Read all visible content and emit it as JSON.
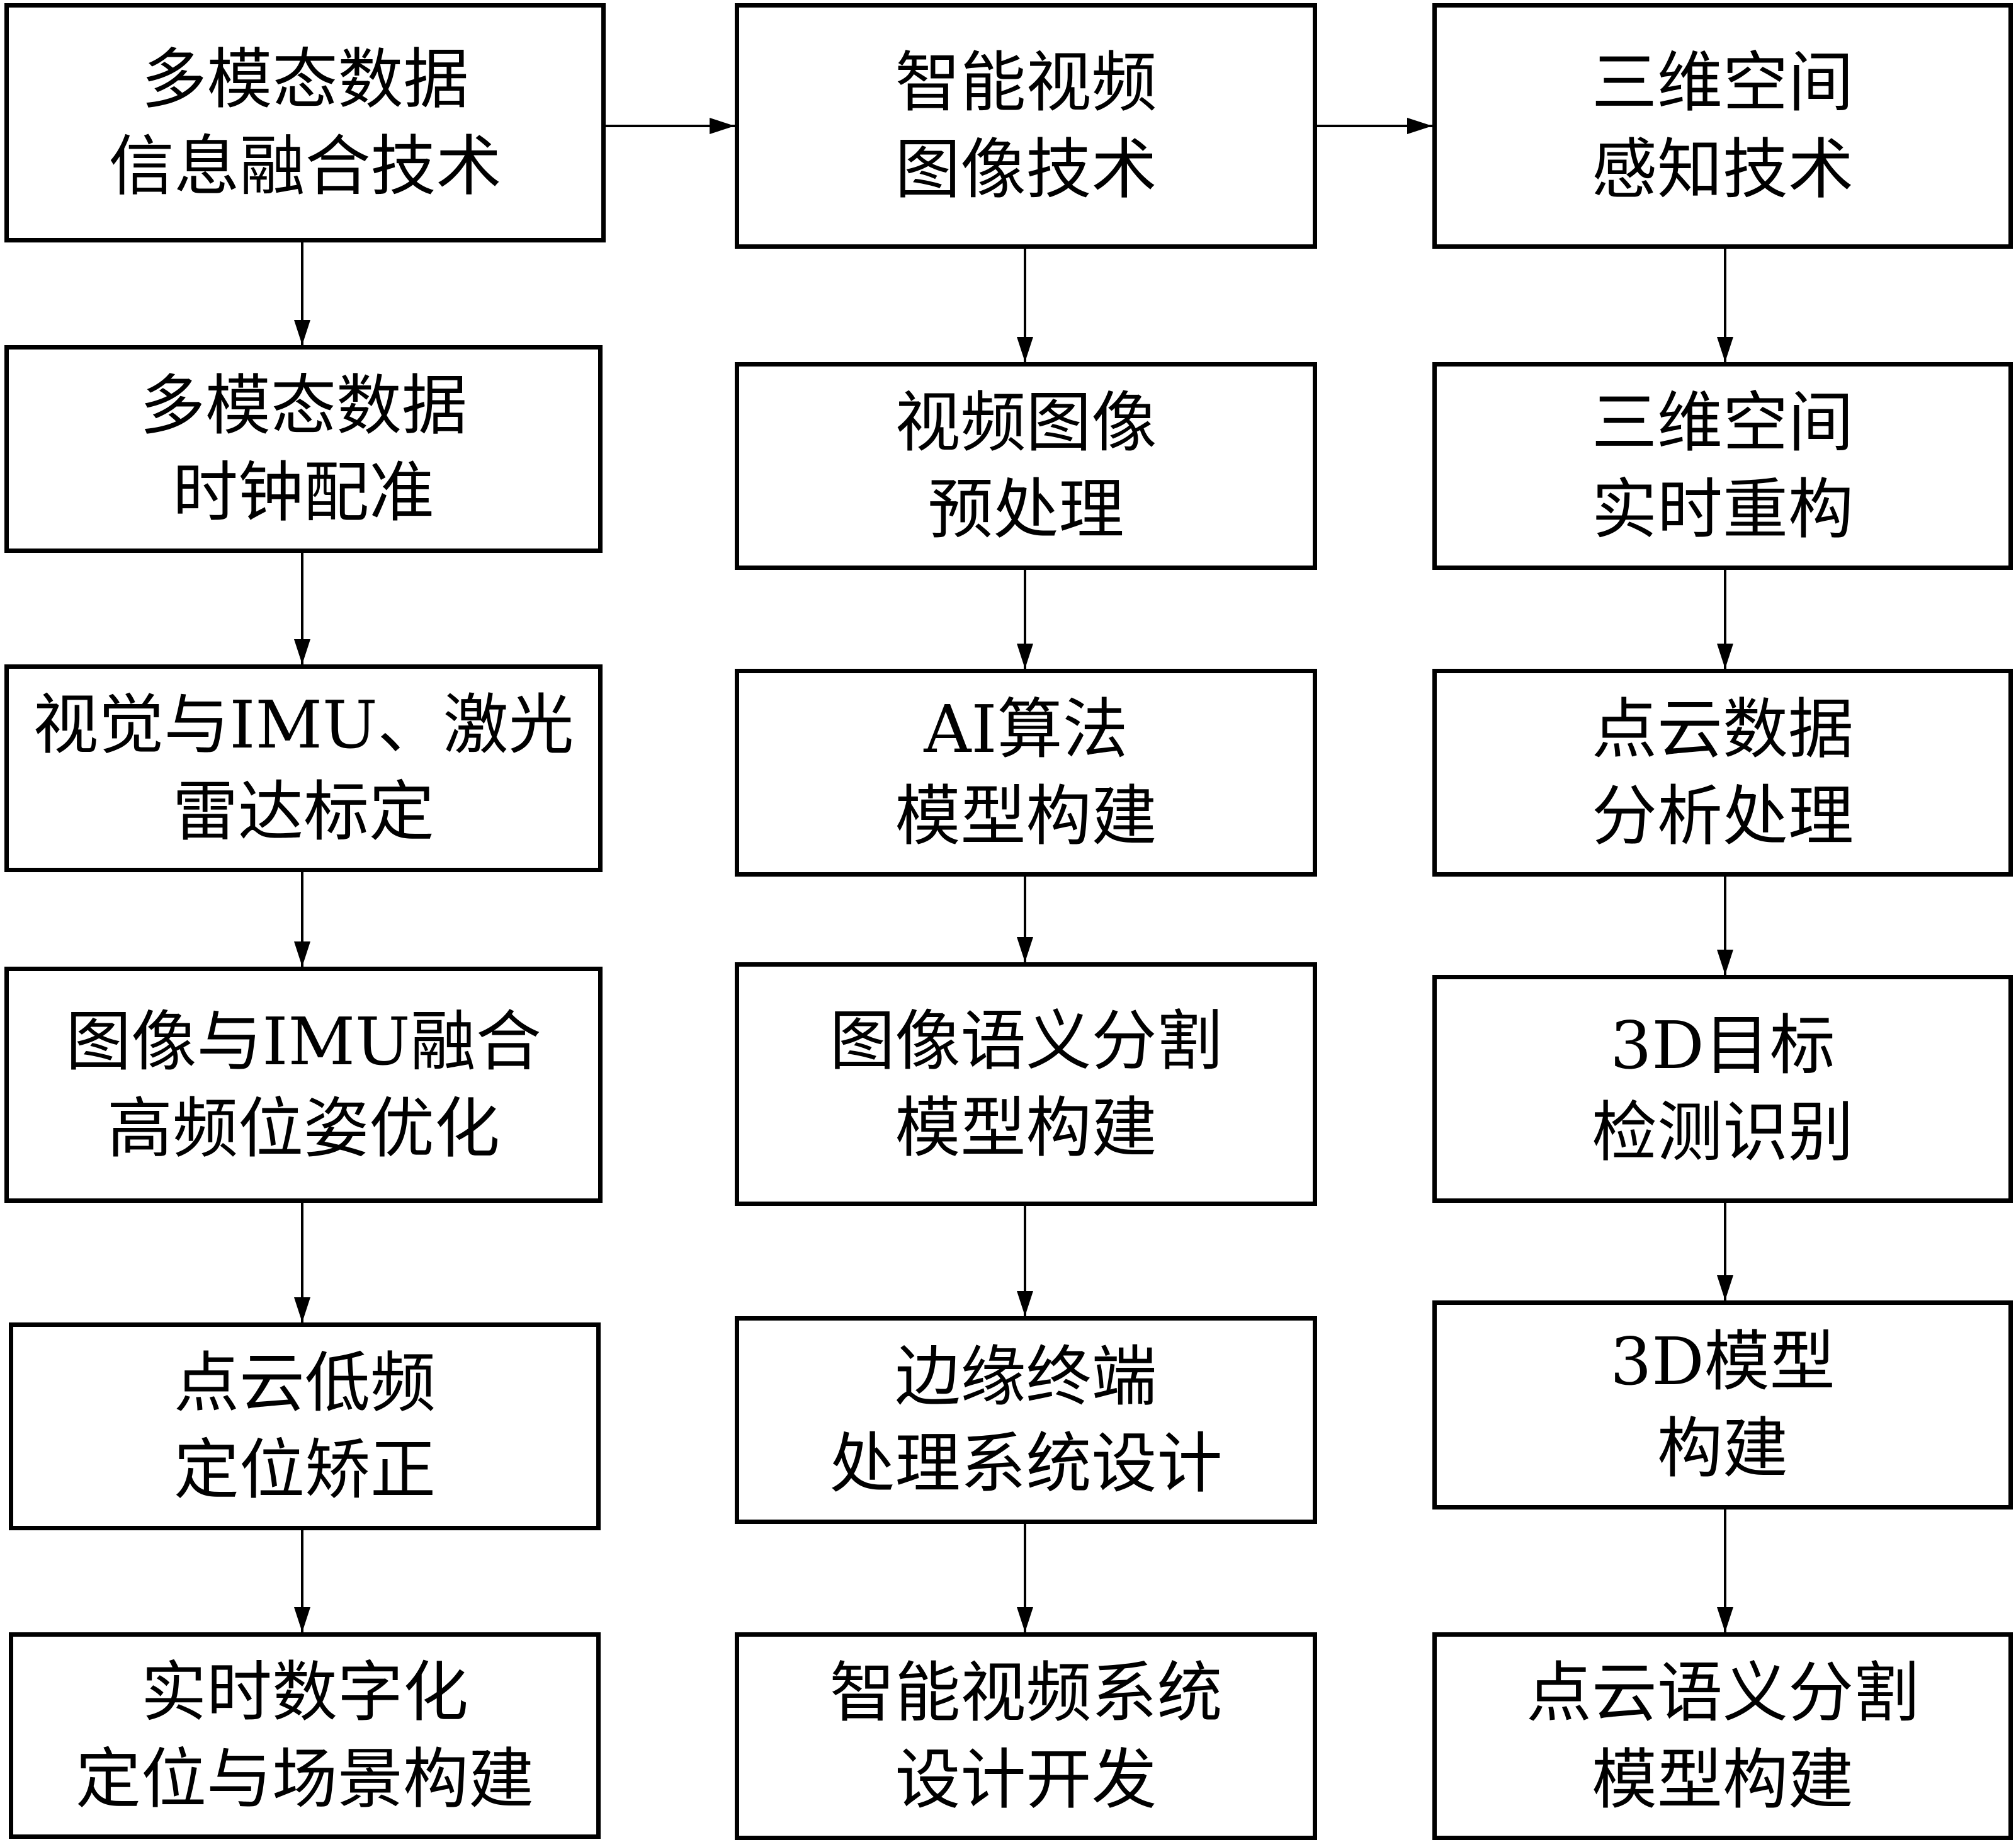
{
  "colors": {
    "stroke": "#000000",
    "background": "#ffffff"
  },
  "columns": [
    {
      "name": "multimodal-fusion",
      "boxes": [
        [
          "多模态数据",
          "信息融合技术"
        ],
        [
          "多模态数据",
          "时钟配准"
        ],
        [
          "视觉与IMU、激光",
          "雷达标定"
        ],
        [
          "图像与IMU融合",
          "高频位姿优化"
        ],
        [
          "点云低频",
          "定位矫正"
        ],
        [
          "实时数字化",
          "定位与场景构建"
        ]
      ]
    },
    {
      "name": "intelligent-video",
      "boxes": [
        [
          "智能视频",
          "图像技术"
        ],
        [
          "视频图像",
          "预处理"
        ],
        [
          "AI算法",
          "模型构建"
        ],
        [
          "图像语义分割",
          "模型构建"
        ],
        [
          "边缘终端",
          "处理系统设计"
        ],
        [
          "智能视频系统",
          "设计开发"
        ]
      ]
    },
    {
      "name": "3d-perception",
      "boxes": [
        [
          "三维空间",
          "感知技术"
        ],
        [
          "三维空间",
          "实时重构"
        ],
        [
          "点云数据",
          "分析处理"
        ],
        [
          "3D目标",
          "检测识别"
        ],
        [
          "3D模型",
          "构建"
        ],
        [
          "点云语义分割",
          "模型构建"
        ]
      ]
    }
  ]
}
